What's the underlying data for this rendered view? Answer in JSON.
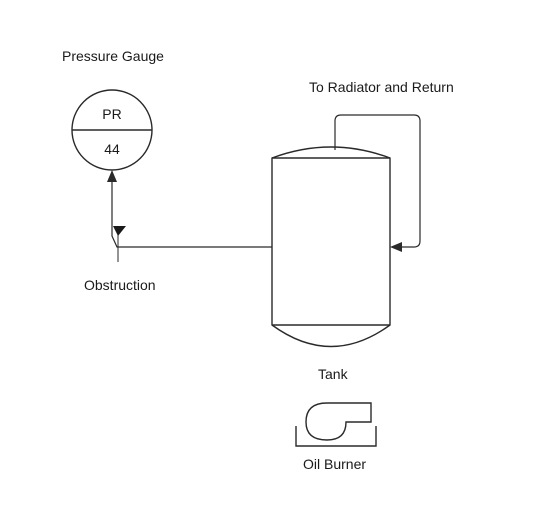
{
  "labels": {
    "pressure_gauge": "Pressure Gauge",
    "radiator": "To Radiator and Return",
    "obstruction": "Obstruction",
    "tank": "Tank",
    "burner": "Oil Burner"
  },
  "gauge": {
    "top_text": "PR",
    "bottom_text": "44"
  },
  "colors": {
    "line": "#2a2a2a",
    "text": "#1a1a1a",
    "background": "#ffffff"
  }
}
